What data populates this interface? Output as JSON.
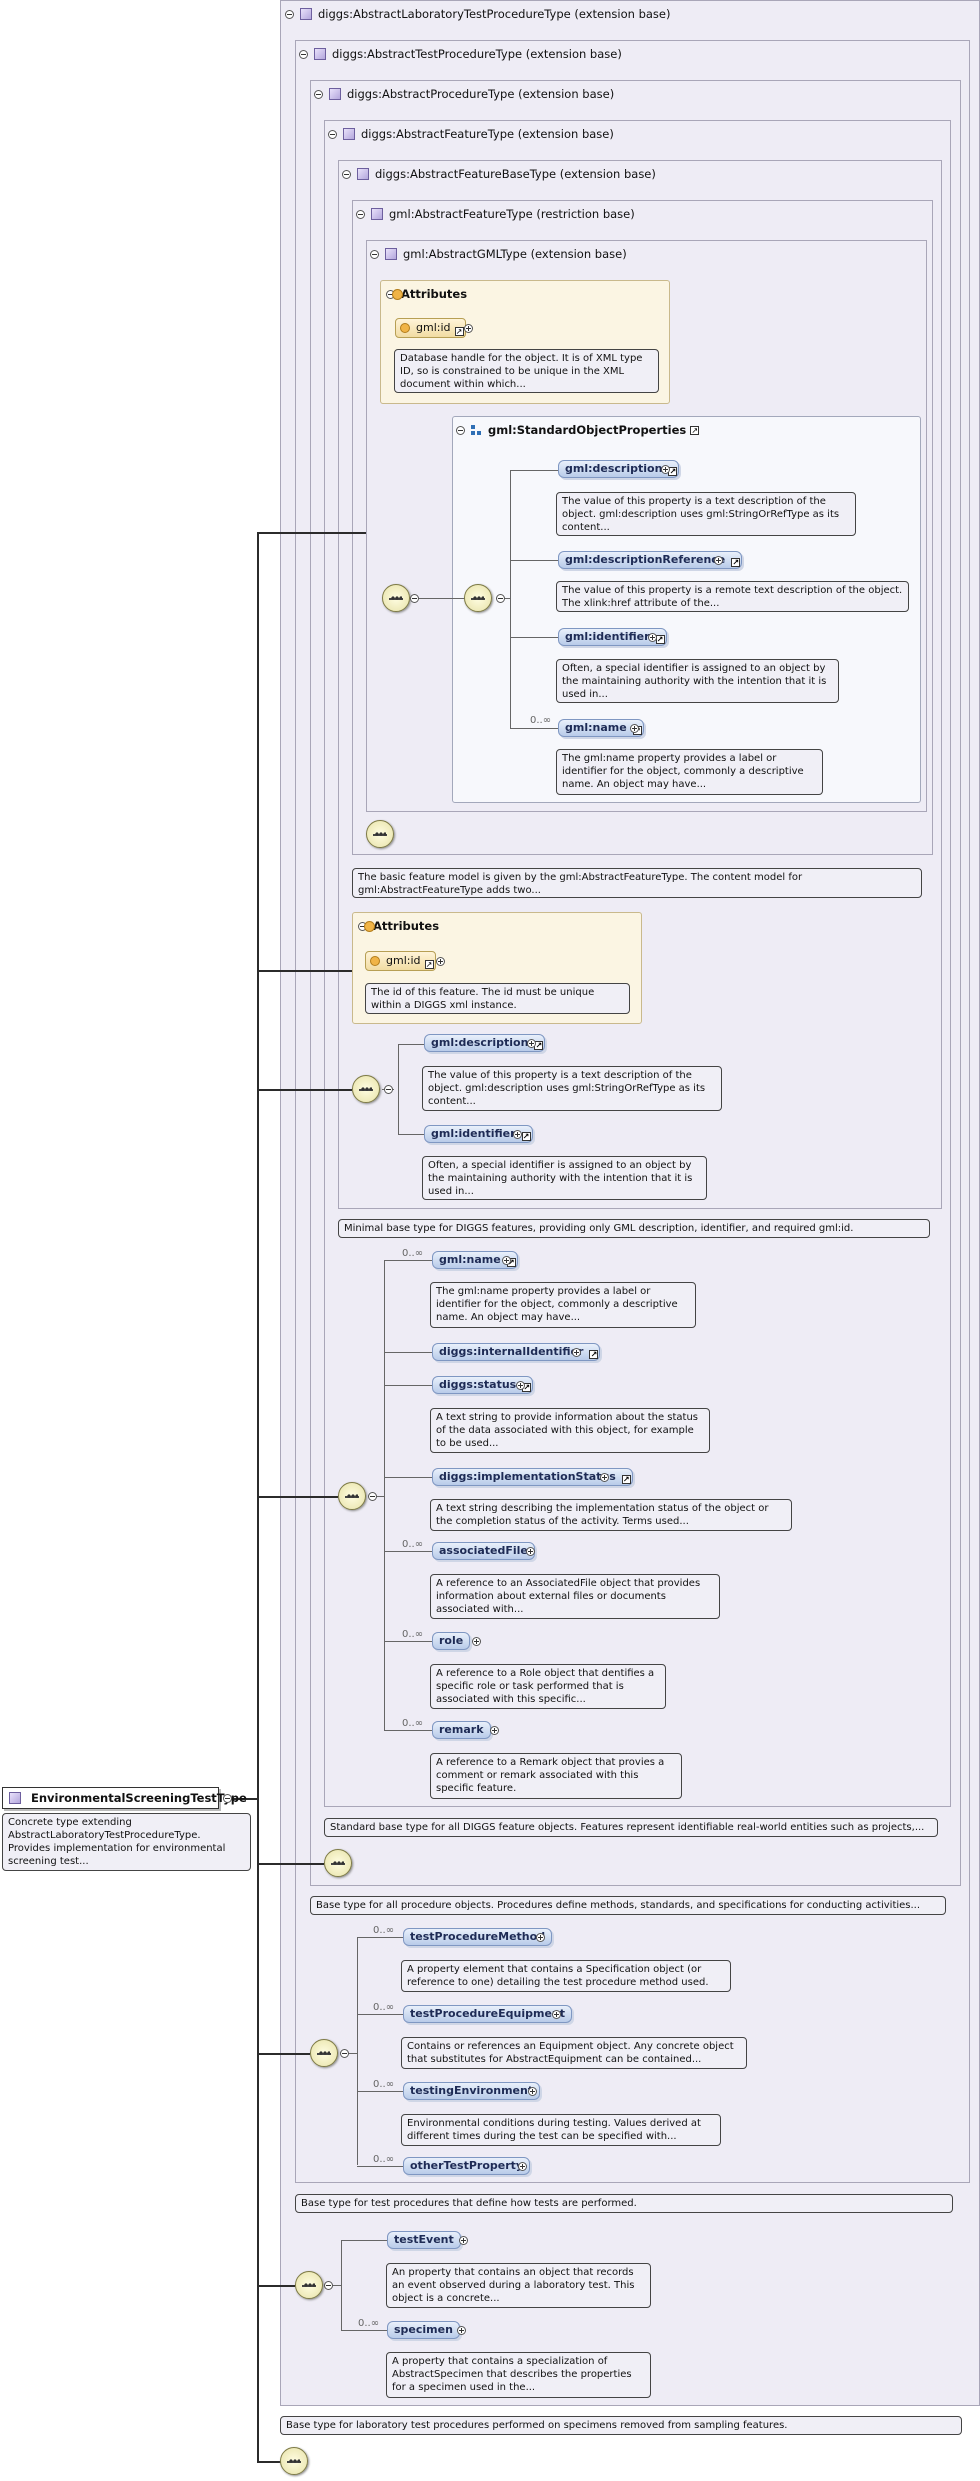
{
  "root": {
    "name": "EnvironmentalScreeningTestType",
    "description": "Concrete type extending AbstractLaboratoryTestProcedureType. Provides implementation for environmental screening test..."
  },
  "bases": [
    {
      "label": "diggs:AbstractLaboratoryTestProcedureType (extension base)",
      "description": "Base type for laboratory test procedures performed on specimens removed from sampling features."
    },
    {
      "label": "diggs:AbstractTestProcedureType (extension base)",
      "description": "Base type for test procedures that define how tests are performed."
    },
    {
      "label": "diggs:AbstractProcedureType (extension base)",
      "description": "Base type for all procedure objects. Procedures define methods, standards, and specifications for conducting activities..."
    },
    {
      "label": "diggs:AbstractFeatureType (extension base)",
      "description": "Standard base type for all DIGGS feature objects. Features represent identifiable real-world entities such as projects,..."
    },
    {
      "label": "diggs:AbstractFeatureBaseType (extension base)",
      "description": "Minimal base type for DIGGS features, providing only GML description, identifier, and required gml:id."
    },
    {
      "label": "gml:AbstractFeatureType (restriction base)",
      "description": "The basic feature model is given by the gml:AbstractFeatureType. The content model for gml:AbstractFeatureType adds two..."
    },
    {
      "label": "gml:AbstractGMLType (extension base)"
    }
  ],
  "gml_attrs": {
    "title": "Attributes",
    "name": "gml:id",
    "description": "Database handle for the object. It is of XML type ID, so is constrained to be unique in the XML document within which..."
  },
  "group": {
    "name": "gml:StandardObjectProperties"
  },
  "gml_elements": [
    {
      "name": "gml:description",
      "card": "",
      "description": "The value of this property is a text description of the object. gml:description uses gml:StringOrRefType as its content..."
    },
    {
      "name": "gml:descriptionReference",
      "card": "",
      "description": "The value of this property is a remote text description of the object. The xlink:href attribute of the..."
    },
    {
      "name": "gml:identifier",
      "card": "",
      "description": "Often, a special identifier is assigned to an object by the maintaining authority with the intention that it is used in..."
    },
    {
      "name": "gml:name",
      "card": "0..∞",
      "description": "The gml:name property provides a label or identifier for the object, commonly a descriptive name. An object may have..."
    }
  ],
  "fb_attrs": {
    "title": "Attributes",
    "name": "gml:id",
    "description": "The id of this feature. The id must be unique within a DIGGS xml instance."
  },
  "fb_elements": [
    {
      "name": "gml:description",
      "description": "The value of this property is a text description of the object. gml:description uses gml:StringOrRefType as its content..."
    },
    {
      "name": "gml:identifier",
      "description": "Often, a special identifier is assigned to an object by the maintaining authority with the intention that it is used in..."
    }
  ],
  "feature_elements": [
    {
      "name": "gml:name",
      "card": "0..∞",
      "description": "The gml:name property provides a label or identifier for the object, commonly a descriptive name. An object may have..."
    },
    {
      "name": "diggs:internalIdentifier",
      "card": "",
      "description": ""
    },
    {
      "name": "diggs:status",
      "card": "",
      "description": "A text string to provide information about the status of the data associated with this object, for example to be used..."
    },
    {
      "name": "diggs:implementationStatus",
      "card": "",
      "description": "A text string describing the implementation status of the object or the completion status of the activity. Terms used..."
    },
    {
      "name": "associatedFile",
      "card": "0..∞",
      "description": "A reference to an AssociatedFile object that provides information about external files or documents associated with..."
    },
    {
      "name": "role",
      "card": "0..∞",
      "description": "A reference to a Role object that dentifies a specific role or task performed that is associated with this specific..."
    },
    {
      "name": "remark",
      "card": "0..∞",
      "description": "A reference to a Remark object that provies a comment or remark associated with this specific feature."
    }
  ],
  "test_elements": [
    {
      "name": "testProcedureMethod",
      "card": "0..∞",
      "description": "A property element that contains a Specification object (or reference to one) detailing the test procedure method used."
    },
    {
      "name": "testProcedureEquipment",
      "card": "0..∞",
      "description": "Contains or references an Equipment object. Any concrete object that substitutes for AbstractEquipment can be contained..."
    },
    {
      "name": "testingEnvironment",
      "card": "0..∞",
      "description": "Environmental conditions during testing. Values derived at different times during the test can be specified with..."
    },
    {
      "name": "otherTestProperty",
      "card": "0..∞",
      "description": ""
    }
  ],
  "lab_elements": [
    {
      "name": "testEvent",
      "card": "",
      "description": "An property that contains an object that records an event observed during a laboratory test. This object is a concrete..."
    },
    {
      "name": "specimen",
      "card": "0..∞",
      "description": "A property that contains a specialization of AbstractSpecimen that describes the properties for a specimen used in the..."
    }
  ],
  "icons": {
    "type": "complex-type-icon",
    "attribute": "attribute-icon",
    "sequence": "sequence-compositor-icon",
    "group": "group-icon",
    "expand": "plus-expand-icon",
    "collapse": "minus-collapse-icon",
    "ref": "reference-arrow-icon"
  },
  "colors": {
    "type_box": "#eeecf5",
    "element": "#b8cbe9",
    "attribute": "#fbf5e3",
    "description": "#f0eff6"
  }
}
